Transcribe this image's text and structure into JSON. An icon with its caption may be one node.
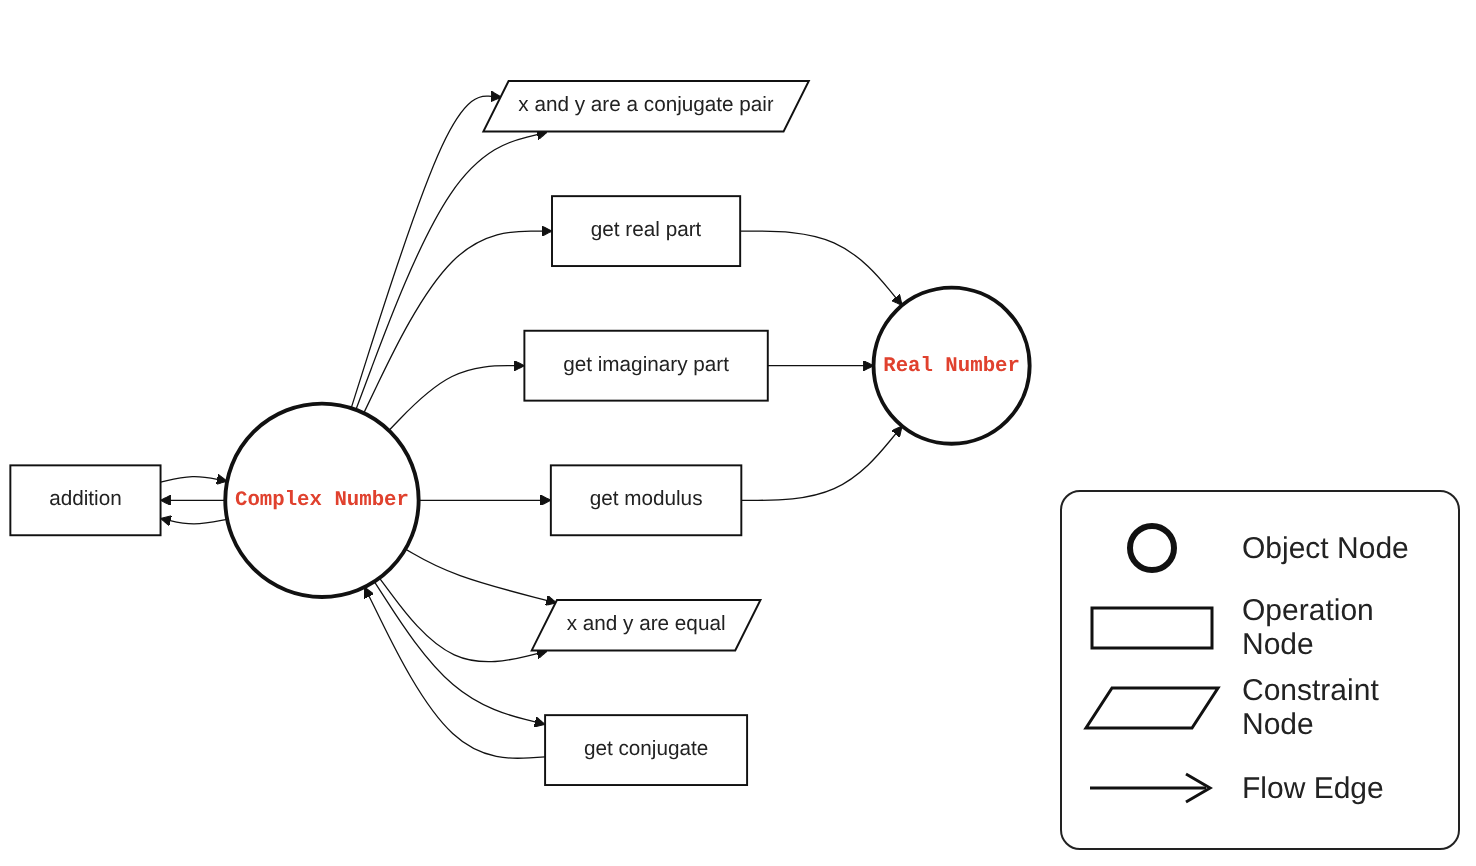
{
  "diagram": {
    "nodes": [
      {
        "text": [
          "x and y are a conjugate pair"
        ]
      },
      {
        "text": [
          "addition"
        ]
      },
      {
        "text": [
          "get real part"
        ]
      },
      {
        "text": [
          "Real Number"
        ]
      },
      {
        "text": [
          "get imaginary part"
        ]
      },
      {
        "text": [
          "Complex Number"
        ]
      },
      {
        "text": [
          "get modulus"
        ]
      },
      {
        "text": [
          "x and y are equal"
        ]
      },
      {
        "text": [
          "get conjugate"
        ]
      }
    ],
    "edges": [
      {
        "from": 1,
        "to": 5,
        "arrow": "to"
      },
      {
        "from": 5,
        "to": 1,
        "arrow": "to"
      },
      {
        "from": 5,
        "to": 1,
        "arrow": "to"
      },
      {
        "from": 5,
        "to": 0,
        "arrow": "to"
      },
      {
        "from": 5,
        "to": 0,
        "arrow": "to"
      },
      {
        "from": 5,
        "to": 2,
        "arrow": "to"
      },
      {
        "from": 5,
        "to": 4,
        "arrow": "to"
      },
      {
        "from": 5,
        "to": 6,
        "arrow": "to"
      },
      {
        "from": 2,
        "to": 3,
        "arrow": "to"
      },
      {
        "from": 4,
        "to": 3,
        "arrow": "to"
      },
      {
        "from": 6,
        "to": 3,
        "arrow": "to"
      },
      {
        "from": 5,
        "to": 7,
        "arrow": "to"
      },
      {
        "from": 5,
        "to": 7,
        "arrow": "to"
      },
      {
        "from": 5,
        "to": 8,
        "arrow": "to"
      },
      {
        "from": 8,
        "to": 5,
        "arrow": "to"
      }
    ],
    "legend": [
      {
        "text": "Object Node"
      },
      {
        "text": "Operation Node"
      },
      {
        "text": "Constraint Node"
      },
      {
        "text": "Flow Edge"
      }
    ]
  }
}
